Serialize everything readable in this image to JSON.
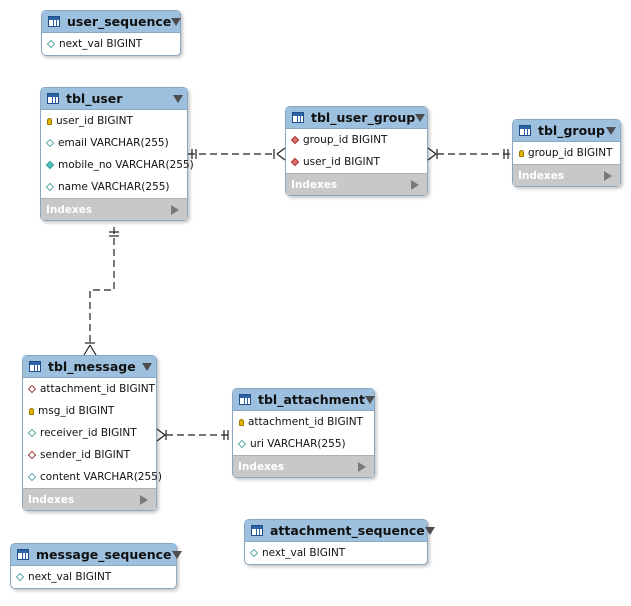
{
  "diagram": {
    "tables": [
      {
        "id": "user_sequence",
        "name": "user_sequence",
        "columns": [
          {
            "icon": "column-icon",
            "text": "next_val BIGINT"
          }
        ],
        "indexes_label": ""
      },
      {
        "id": "tbl_user",
        "name": "tbl_user",
        "columns": [
          {
            "icon": "primary-key-icon",
            "text": "user_id BIGINT"
          },
          {
            "icon": "column-icon",
            "text": "email VARCHAR(255)"
          },
          {
            "icon": "not-null-column-icon",
            "text": "mobile_no VARCHAR(255)"
          },
          {
            "icon": "column-icon",
            "text": "name VARCHAR(255)"
          }
        ],
        "indexes_label": "Indexes"
      },
      {
        "id": "tbl_user_group",
        "name": "tbl_user_group",
        "columns": [
          {
            "icon": "foreign-key-icon",
            "text": "group_id BIGINT"
          },
          {
            "icon": "foreign-key-icon",
            "text": "user_id BIGINT"
          }
        ],
        "indexes_label": "Indexes"
      },
      {
        "id": "tbl_group",
        "name": "tbl_group",
        "columns": [
          {
            "icon": "primary-key-icon",
            "text": "group_id BIGINT"
          }
        ],
        "indexes_label": "Indexes"
      },
      {
        "id": "tbl_message",
        "name": "tbl_message",
        "columns": [
          {
            "icon": "foreign-key-nullable-icon",
            "text": "attachment_id BIGINT"
          },
          {
            "icon": "primary-key-icon",
            "text": "msg_id BIGINT"
          },
          {
            "icon": "column-icon",
            "text": "receiver_id BIGINT"
          },
          {
            "icon": "foreign-key-nullable-icon",
            "text": "sender_id BIGINT"
          },
          {
            "icon": "column-icon",
            "text": "content VARCHAR(255)"
          }
        ],
        "indexes_label": "Indexes"
      },
      {
        "id": "tbl_attachment",
        "name": "tbl_attachment",
        "columns": [
          {
            "icon": "primary-key-icon",
            "text": "attachment_id BIGINT"
          },
          {
            "icon": "column-icon",
            "text": "uri VARCHAR(255)"
          }
        ],
        "indexes_label": "Indexes"
      },
      {
        "id": "attachment_sequence",
        "name": "attachment_sequence",
        "columns": [
          {
            "icon": "column-icon",
            "text": "next_val BIGINT"
          }
        ],
        "indexes_label": ""
      },
      {
        "id": "message_sequence",
        "name": "message_sequence",
        "columns": [
          {
            "icon": "column-icon",
            "text": "next_val BIGINT"
          }
        ],
        "indexes_label": ""
      }
    ],
    "relationships": [
      {
        "id": "user-usergroup",
        "from": "tbl_user",
        "to": "tbl_user_group",
        "from_end": "one-mandatory",
        "to_end": "many"
      },
      {
        "id": "group-usergroup",
        "from": "tbl_group",
        "to": "tbl_user_group",
        "from_end": "one-mandatory",
        "to_end": "many"
      },
      {
        "id": "user-message",
        "from": "tbl_user",
        "to": "tbl_message",
        "from_end": "one-mandatory",
        "to_end": "many"
      },
      {
        "id": "attachment-message",
        "from": "tbl_attachment",
        "to": "tbl_message",
        "from_end": "one-mandatory",
        "to_end": "many"
      }
    ],
    "colors": {
      "header": "#9cc0de",
      "border": "#8aa6c0",
      "indexes_bar": "#c8c8c8",
      "connector": "#222222"
    }
  }
}
